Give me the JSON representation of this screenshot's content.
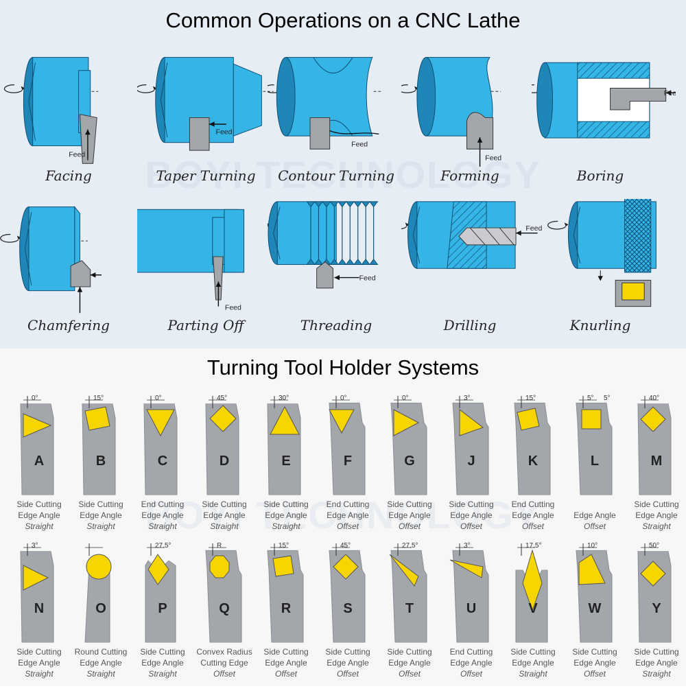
{
  "titles": {
    "operations": "Common Operations on a CNC Lathe",
    "tools": "Turning Tool Holder Systems"
  },
  "watermark": "BOYI TECHNOLOGY",
  "feed_label": "Feed",
  "operations": [
    {
      "label": "Facing"
    },
    {
      "label": "Taper Turning"
    },
    {
      "label": "Contour Turning"
    },
    {
      "label": "Forming"
    },
    {
      "label": "Boring"
    },
    {
      "label": "Chamfering"
    },
    {
      "label": "Parting Off"
    },
    {
      "label": "Threading"
    },
    {
      "label": "Drilling"
    },
    {
      "label": "Knurling"
    }
  ],
  "tools": [
    {
      "letter": "A",
      "angle": "0°",
      "line1": "Side Cutting",
      "line2": "Edge Angle",
      "line3": "Straight"
    },
    {
      "letter": "B",
      "angle": "15°",
      "line1": "Side Cutting",
      "line2": "Edge Angle",
      "line3": "Straight"
    },
    {
      "letter": "C",
      "angle": "0°",
      "line1": "End Cutting",
      "line2": "Edge Angle",
      "line3": "Straight"
    },
    {
      "letter": "D",
      "angle": "45°",
      "line1": "Side Cutting",
      "line2": "Edge Angle",
      "line3": "Straight"
    },
    {
      "letter": "E",
      "angle": "30°",
      "line1": "Side Cutting",
      "line2": "Edge Angle",
      "line3": "Straight"
    },
    {
      "letter": "F",
      "angle": "0°",
      "line1": "End Cutting",
      "line2": "Edge Angle",
      "line3": "Offset"
    },
    {
      "letter": "G",
      "angle": "0°",
      "line1": "Side Cutting",
      "line2": "Edge Angle",
      "line3": "Offset"
    },
    {
      "letter": "J",
      "angle": "3°",
      "line1": "Side Cutting",
      "line2": "Edge Angle",
      "line3": "Offset"
    },
    {
      "letter": "K",
      "angle": "15°",
      "line1": "End Cutting",
      "line2": "Edge Angle",
      "line3": "Offset"
    },
    {
      "letter": "L",
      "angle": "5°",
      "angle2": "5°",
      "line1": "",
      "line2": "Edge Angle",
      "line3": "Offset"
    },
    {
      "letter": "M",
      "angle": "40°",
      "line1": "Side Cutting",
      "line2": "Edge Angle",
      "line3": "Straight"
    },
    {
      "letter": "N",
      "angle": "3°",
      "line1": "Side Cutting",
      "line2": "Edge Angle",
      "line3": "Straight"
    },
    {
      "letter": "O",
      "angle": "",
      "line1": "Round Cutting",
      "line2": "Edge Angle",
      "line3": "Straight"
    },
    {
      "letter": "P",
      "angle": "27.5°",
      "line1": "Side Cutting",
      "line2": "Edge Angle",
      "line3": "Straight"
    },
    {
      "letter": "Q",
      "angle": "R",
      "line1": "Convex Radius",
      "line2": "Cutting Edge",
      "line3": "Offset"
    },
    {
      "letter": "R",
      "angle": "15°",
      "line1": "Side Cutting",
      "line2": "Edge Angle",
      "line3": "Offset"
    },
    {
      "letter": "S",
      "angle": "45°",
      "line1": "Side Cutting",
      "line2": "Edge Angle",
      "line3": "Offset"
    },
    {
      "letter": "T",
      "angle": "27.5°",
      "line1": "Side Cutting",
      "line2": "Edge Angle",
      "line3": "Offset"
    },
    {
      "letter": "U",
      "angle": "3°",
      "line1": "End Cutting",
      "line2": "Edge Angle",
      "line3": "Offset"
    },
    {
      "letter": "V",
      "angle": "17.5°",
      "line1": "Side Cutting",
      "line2": "Edge Angle",
      "line3": "Straight"
    },
    {
      "letter": "W",
      "angle": "10°",
      "line1": "Side Cutting",
      "line2": "Edge Angle",
      "line3": "Offset"
    },
    {
      "letter": "Y",
      "angle": "50°",
      "line1": "Side Cutting",
      "line2": "Edge Angle",
      "line3": "Straight"
    }
  ],
  "colors": {
    "workpiece": "#35b4e6",
    "workpiece_dark": "#1f86b8",
    "tool_steel": "#a3a6ab",
    "insert": "#f7d500"
  }
}
